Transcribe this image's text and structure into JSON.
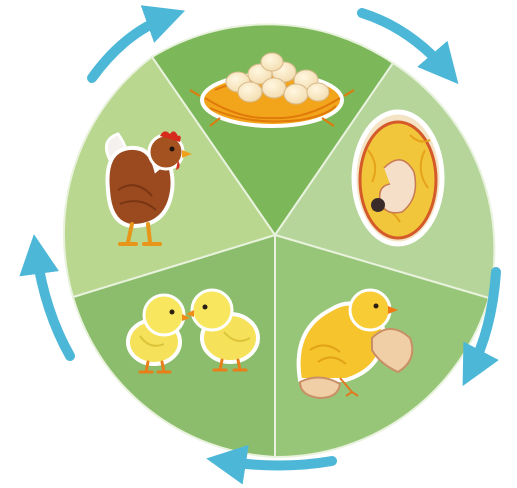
{
  "diagram": {
    "type": "life-cycle",
    "colors": {
      "background": "#ffffff",
      "arrow": "#4db7d8",
      "segment_eggs": "#7cb75a",
      "segment_embryo": "#b5d59a",
      "segment_hatching": "#98c678",
      "segment_chicks": "#8cbd6c",
      "segment_hen": "#b9d78f"
    },
    "stages": [
      {
        "id": "eggs-in-nest",
        "icon": "nest-with-eggs-icon"
      },
      {
        "id": "embryo",
        "icon": "embryo-in-egg-icon"
      },
      {
        "id": "hatching",
        "icon": "hatching-chick-icon"
      },
      {
        "id": "chicks",
        "icon": "two-chicks-icon"
      },
      {
        "id": "hen",
        "icon": "hen-icon"
      }
    ],
    "arrows": [
      "top-left",
      "top-right",
      "right",
      "bottom",
      "left"
    ]
  }
}
